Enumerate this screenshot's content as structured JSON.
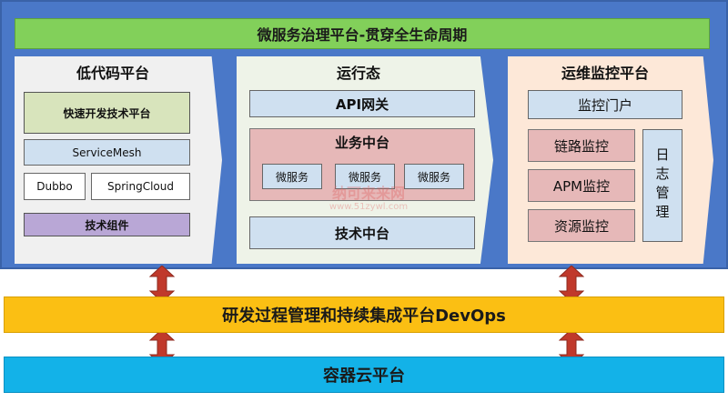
{
  "title": "微服务治理平台-贯穿全生命周期",
  "lowcode": {
    "title": "低代码平台",
    "rapid_dev": "快速开发技术平台",
    "service_mesh": "ServiceMesh",
    "dubbo": "Dubbo",
    "spring_cloud": "SpringCloud",
    "tech_component": "技术组件"
  },
  "runtime": {
    "title": "运行态",
    "api_gateway": "API网关",
    "business_center": "业务中台",
    "microservices": [
      "微服务",
      "微服务",
      "微服务"
    ],
    "tech_center": "技术中台"
  },
  "ops": {
    "title": "运维监控平台",
    "portal": "监控门户",
    "trace": "链路监控",
    "apm": "APM监控",
    "resource": "资源监控",
    "log": "日志管理"
  },
  "devops": "研发过程管理和持续集成平台DevOps",
  "cloud": "容器云平台",
  "watermark": {
    "main": "纳可来来网",
    "url": "www.51zywl.com"
  },
  "colors": {
    "panel_blue": "#4a78c8",
    "title_green": "#82d05a",
    "devops_yellow": "#fbbf13",
    "cloud_blue": "#13b2e8",
    "arrow_red": "#c0392b"
  }
}
